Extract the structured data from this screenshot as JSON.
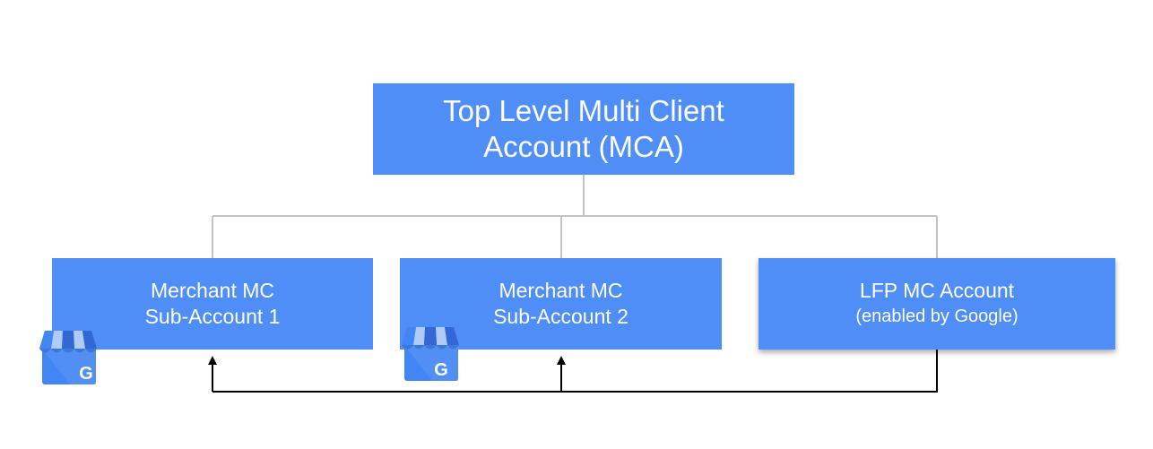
{
  "diagram": {
    "top": {
      "line1": "Top Level Multi Client",
      "line2": "Account (MCA)"
    },
    "children": [
      {
        "line1": "Merchant MC",
        "line2": "Sub-Account 1",
        "icon": "google-my-business-icon"
      },
      {
        "line1": "Merchant MC",
        "line2": "Sub-Account 2",
        "icon": "google-my-business-icon"
      },
      {
        "line1": "LFP MC Account",
        "line2": "(enabled by Google)"
      }
    ],
    "colors": {
      "box": "#4f8df7",
      "connector": "#c4c4c4",
      "arrow": "#000000",
      "text": "#ffffff"
    }
  }
}
